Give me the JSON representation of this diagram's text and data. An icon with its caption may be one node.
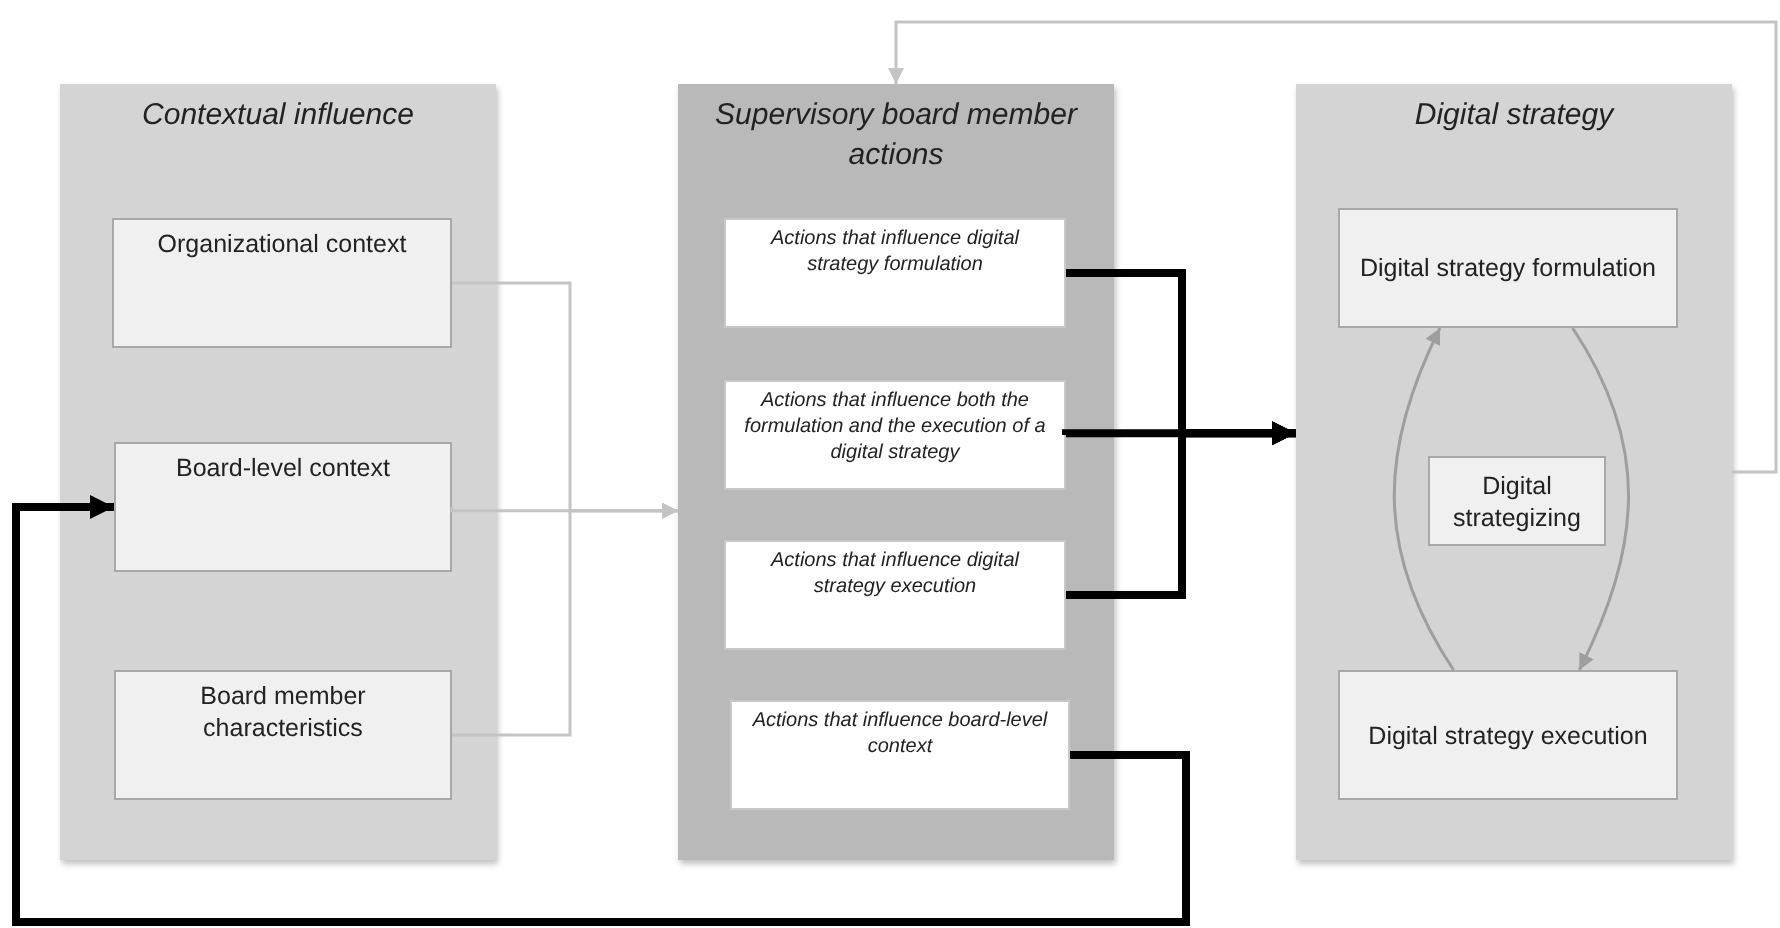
{
  "diagram": {
    "nodes": [
      {
        "text": [
          "Contextual influence"
        ]
      },
      {
        "text": [
          "Organizational context"
        ],
        "in": 0
      },
      {
        "text": [
          "Board-level context"
        ],
        "in": 0
      },
      {
        "text": [
          "Board member characteristics"
        ],
        "in": 0
      },
      {
        "text": [
          "Supervisory board member actions"
        ]
      },
      {
        "text": [
          "Actions that influence digital strategy formulation"
        ],
        "in": 4
      },
      {
        "text": [
          "Actions that influence both the formulation and the execution of a digital strategy"
        ],
        "in": 4
      },
      {
        "text": [
          "Actions that influence digital strategy execution"
        ],
        "in": 4
      },
      {
        "text": [
          "Actions that influence board-level context"
        ],
        "in": 4
      },
      {
        "text": [
          "Digital strategy"
        ]
      },
      {
        "text": [
          "Digital strategy formulation"
        ],
        "in": 9
      },
      {
        "text": [
          "Digital strategizing"
        ],
        "in": 9
      },
      {
        "text": [
          "Digital strategy execution"
        ],
        "in": 9
      }
    ],
    "edges": [
      {
        "from": 1,
        "to": 4,
        "arrow": "to"
      },
      {
        "from": 2,
        "to": 4,
        "arrow": "to"
      },
      {
        "from": 3,
        "to": 4,
        "arrow": "to"
      },
      {
        "from": 5,
        "to": 9,
        "arrow": "to",
        "style": "thick",
        "color": "#000000"
      },
      {
        "from": 6,
        "to": 9,
        "arrow": "to",
        "style": "thick",
        "color": "#000000"
      },
      {
        "from": 7,
        "to": 9,
        "arrow": "to",
        "style": "thick",
        "color": "#000000"
      },
      {
        "from": 8,
        "to": 2,
        "arrow": "to",
        "style": "thick",
        "color": "#000000"
      },
      {
        "from": 9,
        "to": 4,
        "arrow": "to"
      },
      {
        "from": 10,
        "to": 12,
        "arrow": "to"
      },
      {
        "from": 12,
        "to": 10,
        "arrow": "to"
      }
    ]
  }
}
